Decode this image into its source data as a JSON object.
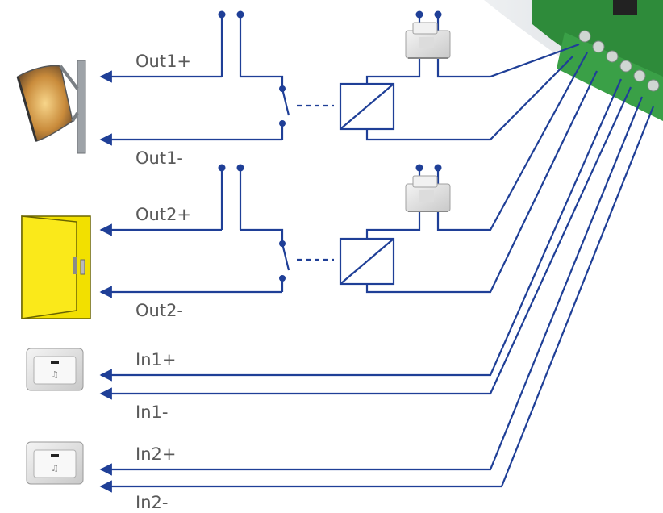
{
  "labels": {
    "out1_plus": "Out1+",
    "out1_minus": "Out1-",
    "out2_plus": "Out2+",
    "out2_minus": "Out2-",
    "in1_plus": "In1+",
    "in1_minus": "In1-",
    "in2_plus": "In2+",
    "in2_minus": "In2-"
  },
  "colors": {
    "wire": "#1f3f97",
    "label": "#5a5a5a",
    "circuit_board": "#2e8b3a",
    "door": "#f2e000"
  },
  "devices": {
    "lamp": "heater-lamp-icon",
    "door": "door-opener-icon",
    "bell1": "doorbell-button-icon",
    "bell2": "doorbell-button-icon",
    "relay_module": "din-rail-relay-icon",
    "board": "terminal-board-image"
  }
}
